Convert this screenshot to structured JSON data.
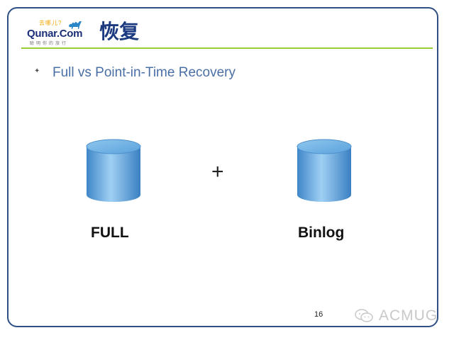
{
  "logo": {
    "tagline": "去哪儿?",
    "brand": "Qunar.Com",
    "sub": "聪明你的旅行"
  },
  "slide": {
    "title": "恢复",
    "bullet": "Full vs Point-in-Time Recovery",
    "plus": "+",
    "left_label": "FULL",
    "right_label": "Binlog",
    "page_number": "16"
  },
  "watermark": {
    "text": "ACMUG"
  },
  "colors": {
    "frame": "#2f4f86",
    "title": "#1b3a80",
    "rule": "#9acd32",
    "bullet_text": "#4a6fa5",
    "cylinder": "#6aaee0"
  }
}
